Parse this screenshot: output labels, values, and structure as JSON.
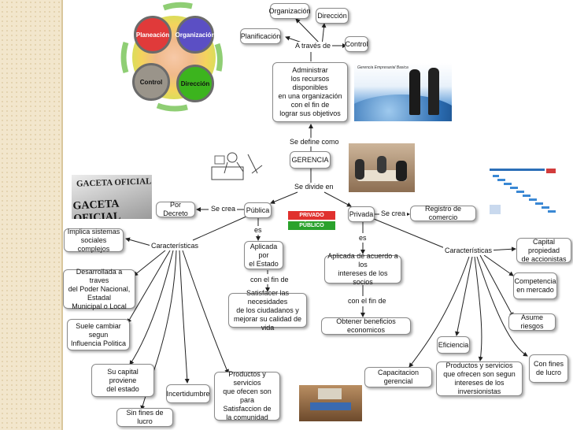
{
  "cycle": {
    "planeacion": "Planeación",
    "organizacion": "Organización",
    "control": "Control",
    "direccion": "Dirección",
    "colors": {
      "planeacion": "#e03a3a",
      "organizacion": "#5b4fc4",
      "control": "#9a948a",
      "direccion": "#3cb41e"
    }
  },
  "top_nodes": {
    "organizacion": "Organización",
    "direccion": "Dirección",
    "planificacion": "Planificación",
    "control": "Control",
    "a_traves_de": "A través de",
    "administrar": "Administrar\nlos recursos disponibles\nen una organización\ncon el fin de\nlograr sus objetivos"
  },
  "photo_caption": "Gerencia Empresarial Basica",
  "center": {
    "se_define_como": "Se define como",
    "gerencia": "GERENCIA",
    "se_divide_en": "Se divide en"
  },
  "legend": {
    "privado": "PRIVADO",
    "publico": "PÚBLICO"
  },
  "publica": {
    "label": "Pública",
    "se_crea": "Se crea",
    "por_decreto": "Por Decreto",
    "es": "es",
    "aplicada": "Aplicada por\nel Estado",
    "con_el_fin_de": "con el fin de",
    "satisfacer": "Satisfacer las necesidades\nde los ciudadanos y\nmejorar su calidad de vida",
    "caracteristicas": "Características",
    "items": {
      "implica": "Implica sistemas\nsociales complejos",
      "desarrollada": "Desarrollada a traves\ndel Poder Nacional, Estadal\nMunicipal o Local",
      "suele": "Suele cambiar segun\nInfluencia Politica",
      "capital": "Su capital proviene\ndel estado",
      "sin_fines": "Sin fines de lucro",
      "incertidumbre": "Incertidumbre",
      "productos": "Productos y servicios\nque ofecen son para\nSatisfaccion de\nla comunidad"
    }
  },
  "privada": {
    "label": "Privada",
    "se_crea": "Se crea",
    "registro": "Registro de comercio",
    "es": "es",
    "aplicada": "Aplicada de acuerdo a los\nintereses de los socios",
    "con_el_fin_de": "con el fin de",
    "obtener": "Obtener beneficios economicos",
    "caracteristicas": "Características",
    "items": {
      "capital": "Capital propiedad\nde accionistas",
      "competencia": "Competencia\nen mercado",
      "asume": "Asume riesgos",
      "con_fines": "Con fines\nde lucro",
      "eficiencia": "Eficiencia",
      "capacitacion": "Capacitacion gerencial",
      "productos": "Productos y servicios\nque ofrecen son segun\nintereses de los inversionistas"
    }
  },
  "newspaper_text": "GACETA OFICIAL"
}
